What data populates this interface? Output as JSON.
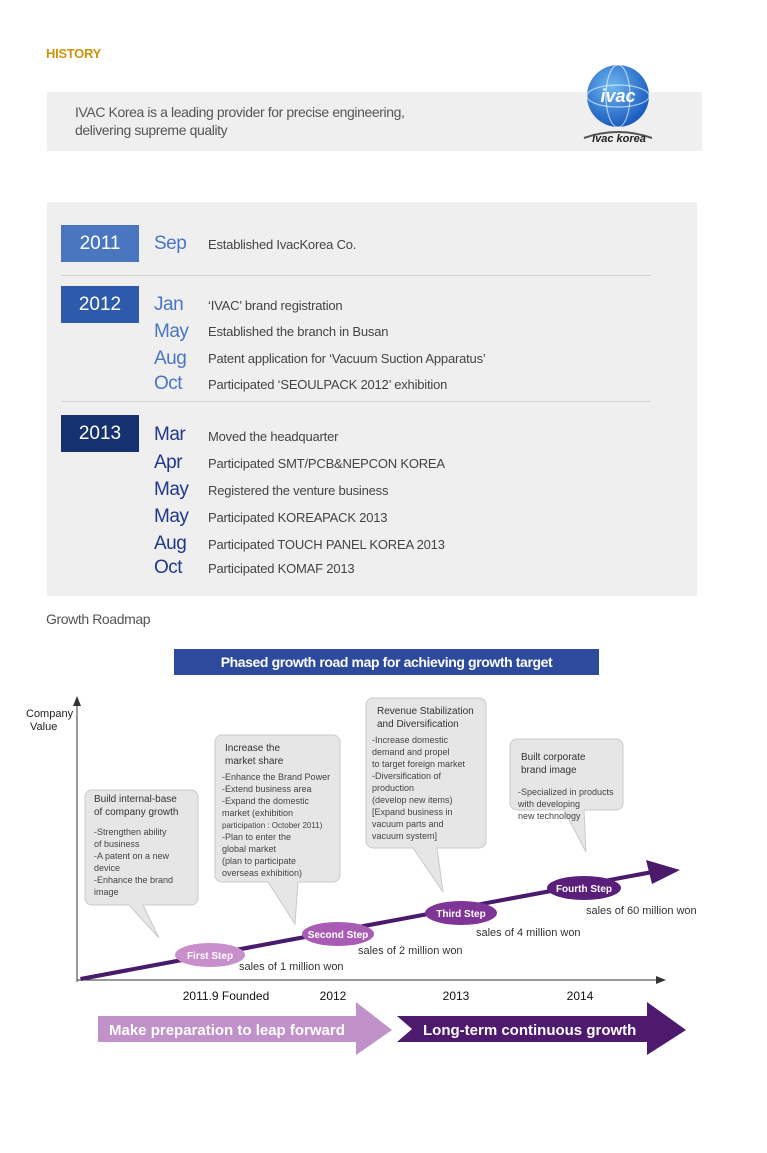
{
  "header": {
    "title": "HISTORY",
    "intro_line1": "IVAC Korea is a leading provider for precise engineering,",
    "intro_line2": "delivering supreme quality",
    "logo_text_main": "ivac",
    "logo_text_sub": "ivac korea"
  },
  "timeline": {
    "years": [
      {
        "year": "2011",
        "events": [
          {
            "month": "Sep",
            "text": "Established IvacKorea Co."
          }
        ]
      },
      {
        "year": "2012",
        "events": [
          {
            "month": "Jan",
            "text": "‘IVAC’ brand registration"
          },
          {
            "month": "May",
            "text": "Established the branch in Busan"
          },
          {
            "month": "Aug",
            "text": "Patent application for ‘Vacuum Suction Apparatus’"
          },
          {
            "month": "Oct",
            "text": "Participated ‘SEOULPACK 2012’ exhibition"
          }
        ]
      },
      {
        "year": "2013",
        "events": [
          {
            "month": "Mar",
            "text": "Moved the headquarter"
          },
          {
            "month": "Apr",
            "text": "Participated SMT/PCB&NEPCON KOREA"
          },
          {
            "month": "May",
            "text": "Registered the venture business"
          },
          {
            "month": "May",
            "text": "Participated KOREAPACK 2013"
          },
          {
            "month": "Aug",
            "text": "Participated TOUCH PANEL KOREA 2013"
          },
          {
            "month": "Oct",
            "text": "Participated KOMAF 2013"
          }
        ]
      }
    ]
  },
  "roadmap": {
    "section_title": "Growth Roadmap",
    "banner": "Phased growth road map for achieving growth target",
    "y_axis_label_1": "Company",
    "y_axis_label_2": "Value",
    "steps": [
      {
        "label": "First Step",
        "sales": "sales of 1 million won",
        "year": "2011.9 Founded"
      },
      {
        "label": "Second Step",
        "sales": "sales of 2 million won",
        "year": "2012"
      },
      {
        "label": "Third Step",
        "sales": "sales of 4 million won",
        "year": "2013"
      },
      {
        "label": "Fourth Step",
        "sales": "sales of 60 million won",
        "year": "2014"
      }
    ],
    "bubbles": [
      {
        "title": [
          "Build internal-base",
          "of company growth"
        ],
        "items": [
          "-Strengthen ability",
          "  of business",
          "-A patent on a new",
          "  device",
          "-Enhance the brand",
          "  image"
        ]
      },
      {
        "title": [
          "Increase the",
          "market share"
        ],
        "items": [
          "-Enhance the Brand Power",
          "-Extend business area",
          "-Expand the domestic",
          "  market (exhibition",
          "  participation : October 2011)",
          "-Plan to enter the",
          "  global market",
          "  (plan to participate",
          "  overseas exhibition)"
        ]
      },
      {
        "title": [
          "Revenue Stabilization",
          "and Diversification"
        ],
        "items": [
          "-Increase domestic",
          "  demand and propel",
          "  to target foreign market",
          "-Diversification of",
          "  production",
          "  (develop new items)",
          "  [Expand business in",
          "  vacuum parts and",
          "  vacuum system]"
        ]
      },
      {
        "title": [
          "Built corporate",
          "brand image"
        ],
        "items": [
          "-Specialized in products",
          "  with developing",
          "  new technology"
        ]
      }
    ],
    "phase_left": "Make preparation to leap forward",
    "phase_right": "Long-term continuous growth"
  },
  "colors": {
    "accent_gold": "#c9960c",
    "year_2011": "#4a76c0",
    "year_2012": "#2e5aab",
    "year_2013": "#15316f",
    "banner": "#2e4a9d",
    "step_light": "#c58ac8",
    "step_dark": "#5a1f7a"
  }
}
